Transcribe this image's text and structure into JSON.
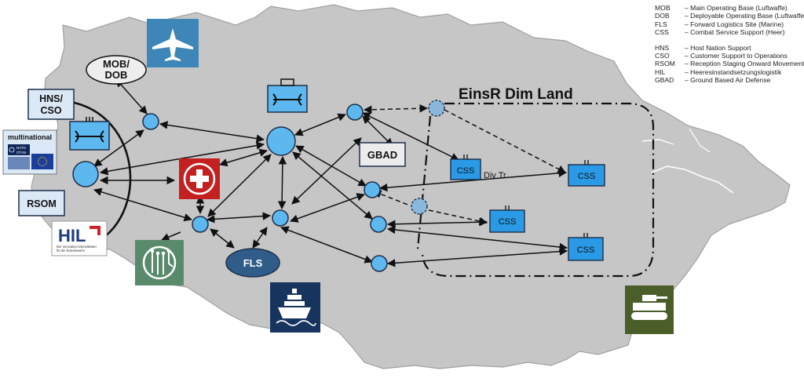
{
  "diagram": {
    "region_title": "EinsR Dim Land",
    "nodes": {
      "mob_dob": "MOB/\nDOB",
      "hns_cso": "HNS/\nCSO",
      "multinational": "multinational",
      "nato_flag": "NATO\nOTAN",
      "rsom": "RSOM",
      "gbad": "GBAD",
      "fls": "FLS",
      "divtr": "Div Tr",
      "hil_logo": "HIL",
      "hil_tagline": "Der innovative Dienstleister\nfür die Bundeswehr",
      "css_1": "CSS",
      "css_2": "CSS",
      "css_3": "CSS",
      "css_4": "CSS"
    },
    "icons": {
      "airforce": "aircraft-icon",
      "navy": "ship-icon",
      "army": "tank-icon",
      "medical": "medical-cross-icon",
      "cyber": "circuit-icon",
      "logistics": "logistics-unit-icon",
      "eu": "eu-flag-icon"
    },
    "colors": {
      "land": "#c6c6c6",
      "node": "#5cb8ef",
      "css_box": "#2a9ae6",
      "airforce": "#3f86b8",
      "navy": "#17345e",
      "army": "#4a5e2a",
      "medical": "#c42020",
      "cyber": "#5a8a6c",
      "fls": "#2f5c88"
    }
  },
  "legend": {
    "group1": [
      {
        "abbr": "MOB",
        "text": "– Main Operating Base (Luftwaffe)"
      },
      {
        "abbr": "DOB",
        "text": "– Deployable Operating Base (Luftwaffe)"
      },
      {
        "abbr": "FLS",
        "text": "– Forward Logistics Site (Marine)"
      },
      {
        "abbr": "CSS",
        "text": "– Combat Service Support (Heer)"
      }
    ],
    "group2": [
      {
        "abbr": "HNS",
        "text": "– Host Nation Support"
      },
      {
        "abbr": "CSO",
        "text": "– Customer Support to Operations"
      },
      {
        "abbr": "RSOM",
        "text": "– Reception Staging Onward Movement"
      },
      {
        "abbr": "HIL",
        "text": "– Heeresinstandsetzungslogistik"
      },
      {
        "abbr": "GBAD",
        "text": "– Ground Based Air Defense"
      }
    ]
  }
}
